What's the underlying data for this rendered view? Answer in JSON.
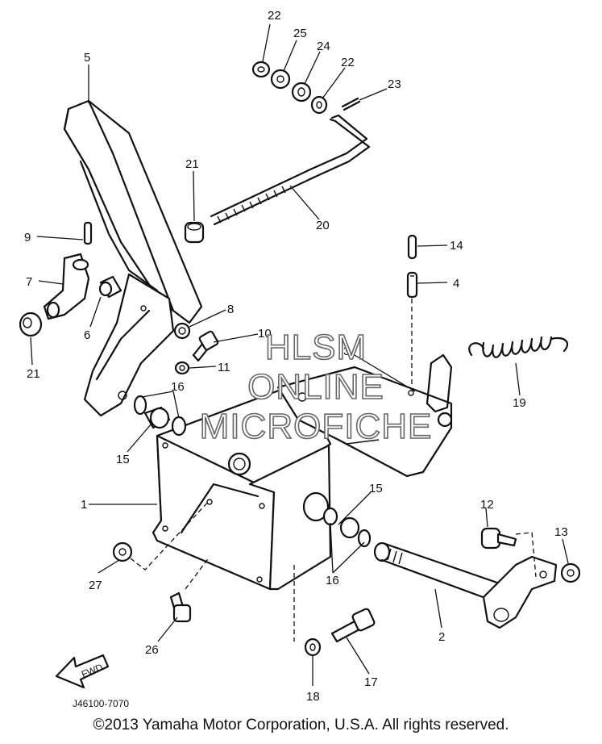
{
  "diagram": {
    "part_numbers": {
      "p1": "1",
      "p2": "2",
      "p4": "4",
      "p5": "5",
      "p6": "6",
      "p7": "7",
      "p8": "8",
      "p9": "9",
      "p10": "10",
      "p11": "11",
      "p12": "12",
      "p13": "13",
      "p14": "14",
      "p15a": "15",
      "p15b": "15",
      "p16a": "16",
      "p16b": "16",
      "p17": "17",
      "p18": "18",
      "p19": "19",
      "p20": "20",
      "p21a": "21",
      "p21b": "21",
      "p22a": "22",
      "p22b": "22",
      "p23": "23",
      "p24": "24",
      "p25": "25",
      "p26": "26",
      "p27": "27",
      "p3": "3"
    },
    "watermark": {
      "line1": "HLSM",
      "line2": "ONLINE",
      "line3": "MICROFICHE"
    },
    "fwd_label": "FWD",
    "drawing_code": "J46100-7070"
  },
  "footer": {
    "copyright": "©2013 Yamaha Motor Corporation, U.S.A. All rights reserved."
  }
}
